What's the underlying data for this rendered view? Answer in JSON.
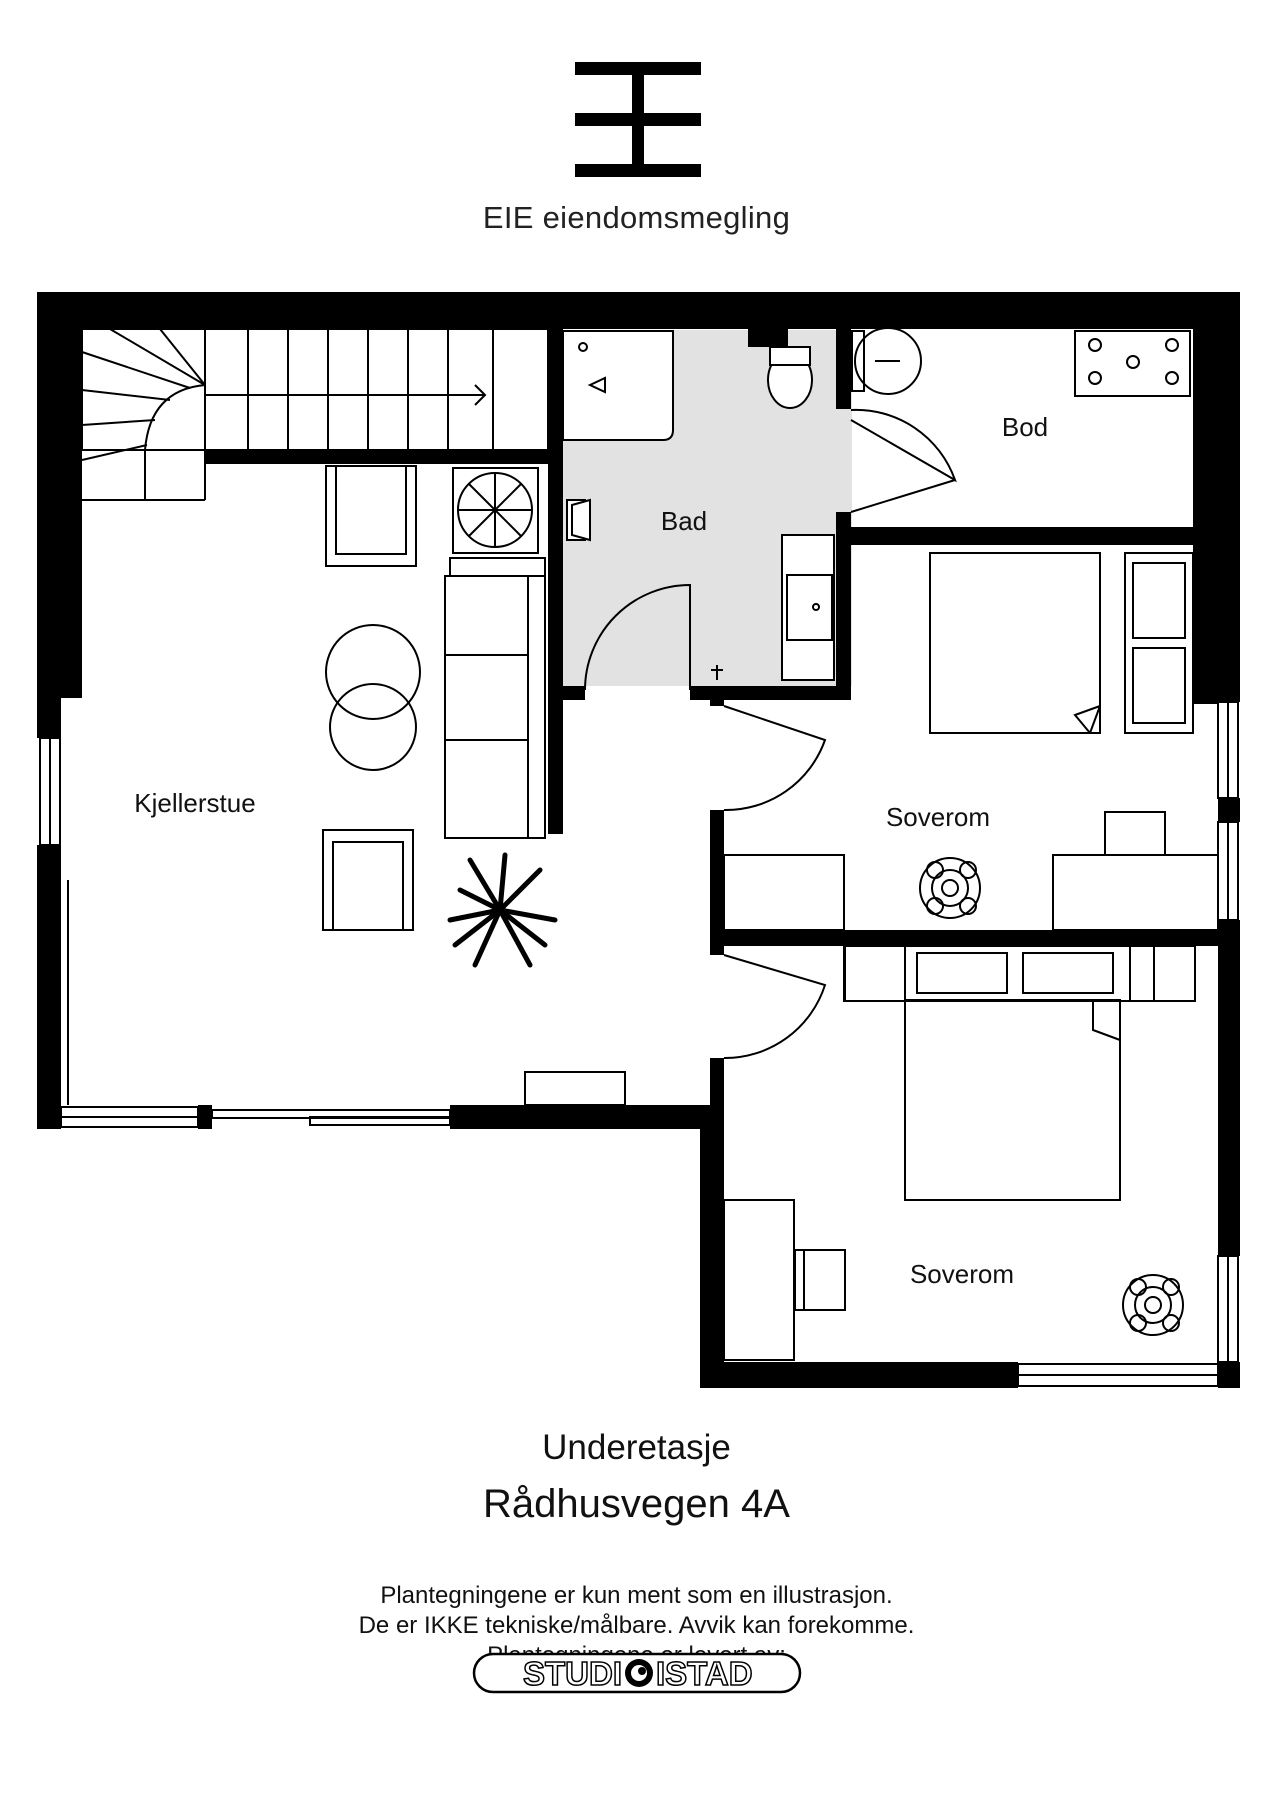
{
  "brand": {
    "name": "EIE eiendomsmegling",
    "logo_icon": "eie-logo-icon"
  },
  "rooms": {
    "kjellerstue": "Kjellerstue",
    "bad": "Bad",
    "bod": "Bod",
    "soverom_1": "Soverom",
    "soverom_2": "Soverom"
  },
  "floor_name": "Underetasje",
  "address": "Rådhusvegen 4A",
  "disclaimer": {
    "line1": "Plantegningene er kun ment som en illustrasjon.",
    "line2": "De er IKKE tekniske/målbare. Avvik kan forekomme.",
    "line3": "Plantegningene er levert av:"
  },
  "supplier": {
    "name_left": "STUDI",
    "name_right": "ISTAD"
  },
  "colors": {
    "wall": "#000000",
    "bathroom_floor": "#e2e2e2",
    "background": "#ffffff"
  }
}
